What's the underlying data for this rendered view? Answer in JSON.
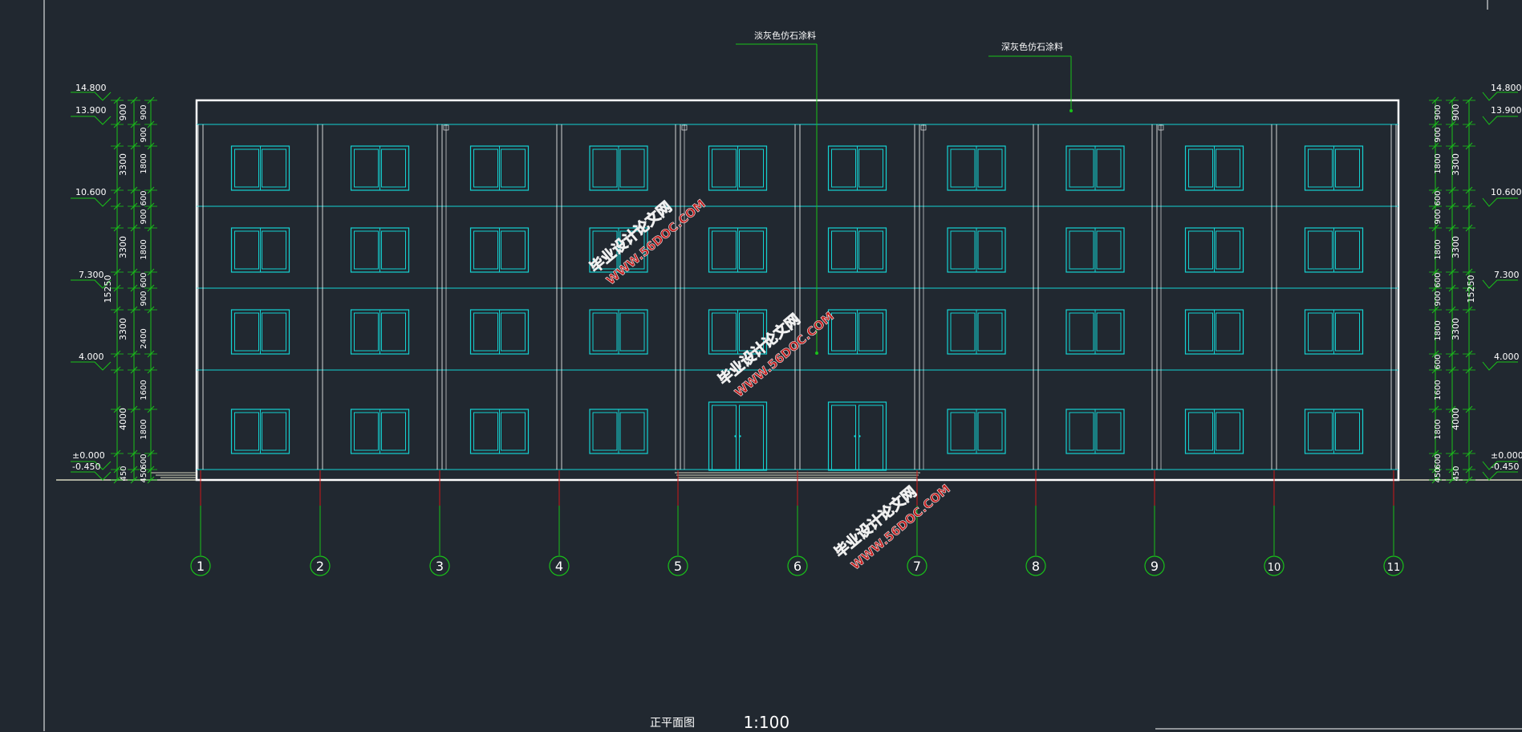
{
  "drawing": {
    "title": "正平面图",
    "scale": "1:100",
    "material_notes": [
      "淡灰色仿石涂料",
      "深灰色仿石涂料"
    ],
    "watermark": {
      "site_name": "毕业设计论文网",
      "url": "WWW.56DOC.COM"
    },
    "axis_labels": [
      "1",
      "2",
      "3",
      "4",
      "5",
      "6",
      "7",
      "8",
      "9",
      "10",
      "11"
    ],
    "elevations": [
      "14.800",
      "13.900",
      "10.600",
      "7.300",
      "4.000",
      "±0.000",
      "-0.450"
    ],
    "total_height": "15250",
    "segment_dims_left": [
      "900",
      "900",
      "1800",
      "600",
      "900",
      "1800",
      "600",
      "900",
      "2400",
      "1600",
      "1800",
      "600",
      "450"
    ],
    "segment_dims_right": [
      "900",
      "900",
      "1800",
      "600",
      "900",
      "1800",
      "600",
      "900",
      "1800",
      "600",
      "1600",
      "1800",
      "600",
      "450"
    ],
    "story_dims": [
      "900",
      "3300",
      "3300",
      "3300",
      "4000",
      "450"
    ]
  },
  "colors": {
    "background": "#212830",
    "outline": "#ffffff",
    "windows": "#14d2d2",
    "dimensions": "#19c219",
    "axis": "#d01818",
    "ground": "#d8d8c0",
    "watermark_fill": "#c41e1e",
    "watermark_stroke": "#f0f0f0"
  }
}
